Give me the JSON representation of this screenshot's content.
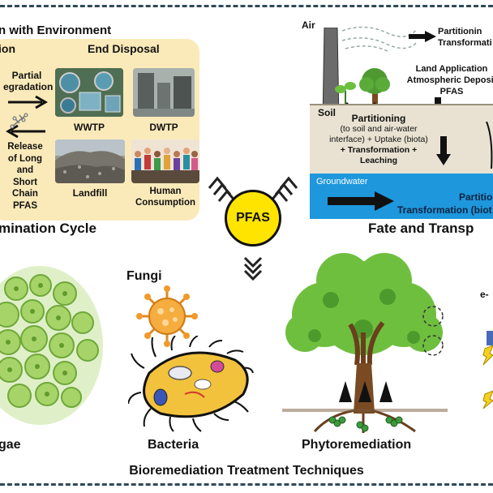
{
  "top_left": {
    "heading_fragment": "n with Environment",
    "sub_fragment": "ion",
    "end_disposal": "End Disposal",
    "partial_l1": "Partial",
    "partial_l2": "egradation",
    "release_l1": "Release",
    "release_l2": "of Long",
    "release_l3": "and",
    "release_l4": "Short",
    "release_l5": "Chain",
    "release_l6": "PFAS",
    "wwtp": "WWTP",
    "dwtp": "DWTP",
    "landfill": "Landfill",
    "human_l1": "Human",
    "human_l2": "Consumption",
    "cycle_label": "mination Cycle"
  },
  "top_right": {
    "air": "Air",
    "partition_l1": "Partitionin",
    "partition_l2": "Transformati",
    "land_l1": "Land Application",
    "land_l2": "Atmospheric Deposit",
    "land_l3": "PFAS",
    "soil": "Soil",
    "part_main": "Partitioning",
    "part_s1": "(to soil and air-water",
    "part_s2": "interface) + Uptake (biota)",
    "part_s3": "+ Transformation +",
    "part_s4": "Leaching",
    "groundwater": "Groundwater",
    "gw_part_l1": "Partitio",
    "gw_part_l2": "Transformation (biot",
    "fate_label": "Fate and Transp"
  },
  "center": {
    "pfas": "PFAS"
  },
  "bottom": {
    "algae": "gae",
    "fungi": "Fungi",
    "bacteria": "Bacteria",
    "phyto": "Phytoremediation",
    "e_fragment": "e-",
    "footer": "Bioremediation Treatment Techniques"
  },
  "colors": {
    "panel": "#fbeab9",
    "groundwater": "#1e97dc",
    "pfas_circle": "#ffe400",
    "algae": "#9ccd5a",
    "bacteria": "#f2c23c",
    "fungi": "#f09a2a",
    "tree": "#5aa83c"
  }
}
